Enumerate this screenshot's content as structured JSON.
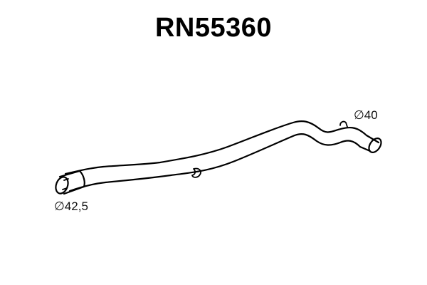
{
  "part": {
    "number": "RN55360",
    "type": "exhaust pipe diagram"
  },
  "dimensions": {
    "inlet_diameter": "∅42,5",
    "outlet_diameter": "∅40"
  },
  "colors": {
    "line": "#000000",
    "background": "#ffffff"
  }
}
